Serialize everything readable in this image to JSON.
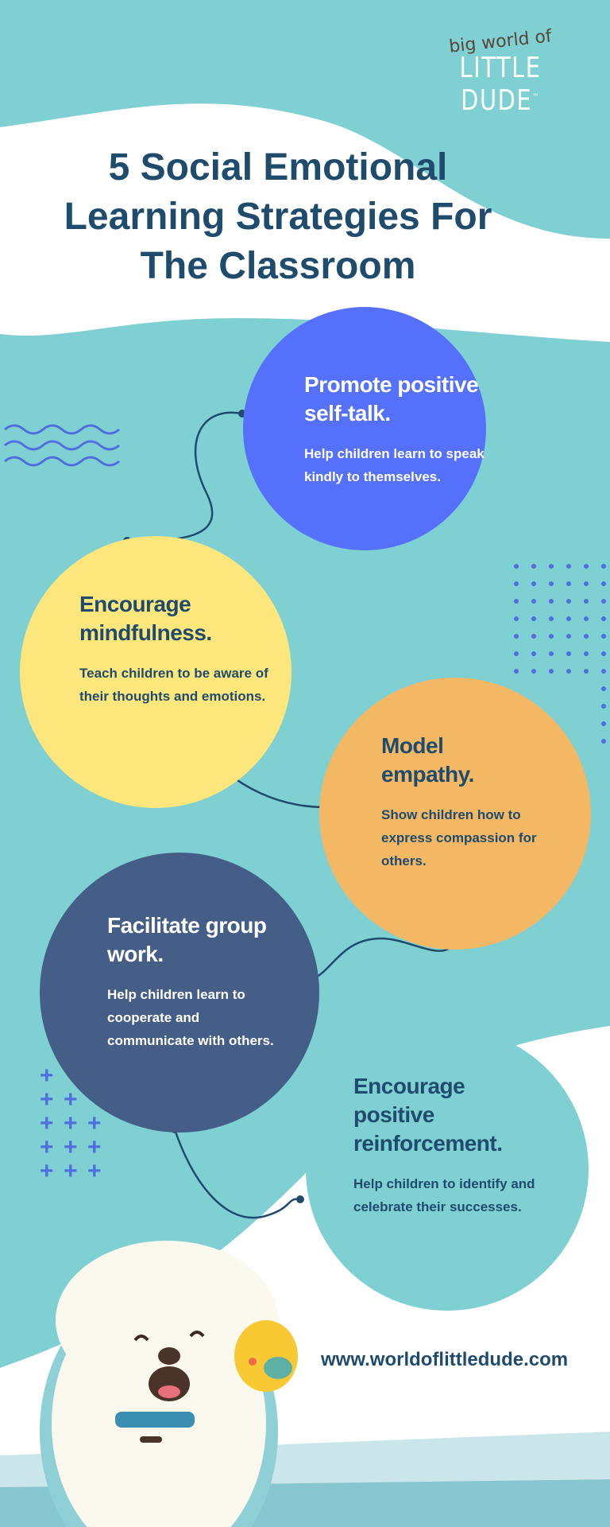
{
  "logo": {
    "small": "big world of",
    "big": "LITTLE DUDE",
    "tm": "™"
  },
  "title": "5 Social Emotional Learning Strategies For The Classroom",
  "strategies": [
    {
      "title": "Promote positive self-talk.",
      "text": "Help children learn to speak kindly to themselves.",
      "color": "#5571fb"
    },
    {
      "title": "Encourage mindfulness.",
      "text": "Teach children to be aware of their thoughts and emotions.",
      "color": "#fde67c"
    },
    {
      "title": "Model empathy.",
      "text": "Show children how to express compassion for others.",
      "color": "#f4b764"
    },
    {
      "title": "Facilitate group work.",
      "text": "Help children learn to cooperate and communicate with others.",
      "color": "#445e88"
    },
    {
      "title": "Encourage positive reinforcement.",
      "text": "Help children to identify and celebrate their successes.",
      "color": "#7fd0d2"
    }
  ],
  "footer": {
    "url": "www.worldoflittledude.com"
  }
}
